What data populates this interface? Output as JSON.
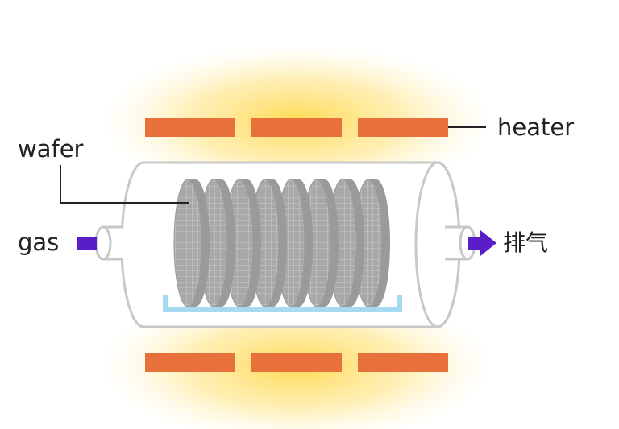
{
  "labels": {
    "heater": "heater",
    "wafer": "wafer",
    "gas": "gas",
    "exhaust": "排气"
  },
  "colors": {
    "heater": "#e8703a",
    "glow": "#ffd84a",
    "tube_stroke": "#c8c8c8",
    "wafer_face": "#a8a8a8",
    "wafer_edge": "#9a9a9a",
    "boat": "#a6d9f2",
    "arrow": "#5a1ec8",
    "leader": "#222222"
  },
  "icons": {
    "gas_inlet": "arrow-right-icon",
    "exhaust_outlet": "arrow-right-icon"
  },
  "wafer_count": 8
}
